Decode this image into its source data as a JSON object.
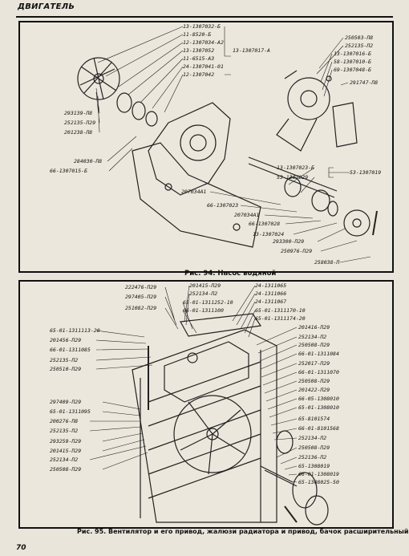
{
  "page": {
    "section_title": "ДВИГАТЕЛЬ",
    "page_number": "70"
  },
  "figure94": {
    "caption": "Рис. 94. Насос водяной",
    "labels": [
      "13-1307032-Б",
      "11-8520-Б",
      "12-1307034-А2",
      "13-1307052",
      "11-6515-А3",
      "24-1307041-01",
      "12-1307042",
      "13-1307017-А",
      "250503-П8",
      "252135-П2",
      "13-1307016-Б",
      "58-1307010-Б",
      "69-1307048-Б",
      "291747-П8",
      "293139-П8",
      "252135-П29",
      "201238-П8",
      "284030-П8",
      "66-1307015-Б",
      "13-1307023-Б",
      "53-1307019",
      "53-1307029",
      "207034А1",
      "66-1307023",
      "207034А1",
      "66-1307028",
      "13-1307024",
      "293300-П29",
      "250976-П29",
      "258038-П"
    ]
  },
  "figure95": {
    "caption": "Рис. 95. Вентилятор и его привод, жалюзи радиатора и привод, бачок расширительный",
    "labels": [
      "222476-П29",
      "297405-П29",
      "251082-П29",
      "201415-П29",
      "252134-П2",
      "65-01-1311252-10",
      "66-01-1311100",
      "24-1311065",
      "24-1311066",
      "24-1311067",
      "65-01-1311170-10",
      "65-01-1311174-20",
      "65-01-1311113-20",
      "201456-П29",
      "66-01-1311085",
      "252135-П2",
      "250510-П29",
      "201416-П29",
      "252134-П2",
      "250508-П29",
      "66-01-1311084",
      "252017-П29",
      "66-01-1311070",
      "250508-П29",
      "201422-П29",
      "66-05-1308010",
      "65-01-1308010",
      "65-8101574",
      "66-01-8101568",
      "252134-П2",
      "297409-П29",
      "65-01-1311095",
      "200276-П8",
      "252135-П2",
      "293259-П29",
      "201415-П29",
      "252134-П2",
      "250508-П29",
      "250508-П29",
      "252136-П2",
      "65-1308019",
      "66-01-1308019",
      "65-1308025-50"
    ]
  }
}
